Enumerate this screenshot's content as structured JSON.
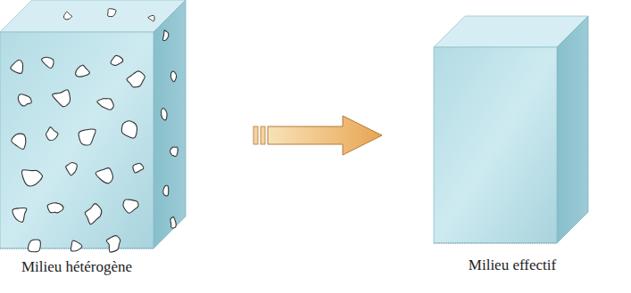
{
  "diagram": {
    "nodes": [
      {
        "text": [
          "Milieu hétérogène"
        ]
      },
      {
        "text": [
          "Milieu effectif"
        ]
      }
    ],
    "edges": [
      {
        "from": 0,
        "to": 1,
        "arrow": "to"
      }
    ]
  }
}
